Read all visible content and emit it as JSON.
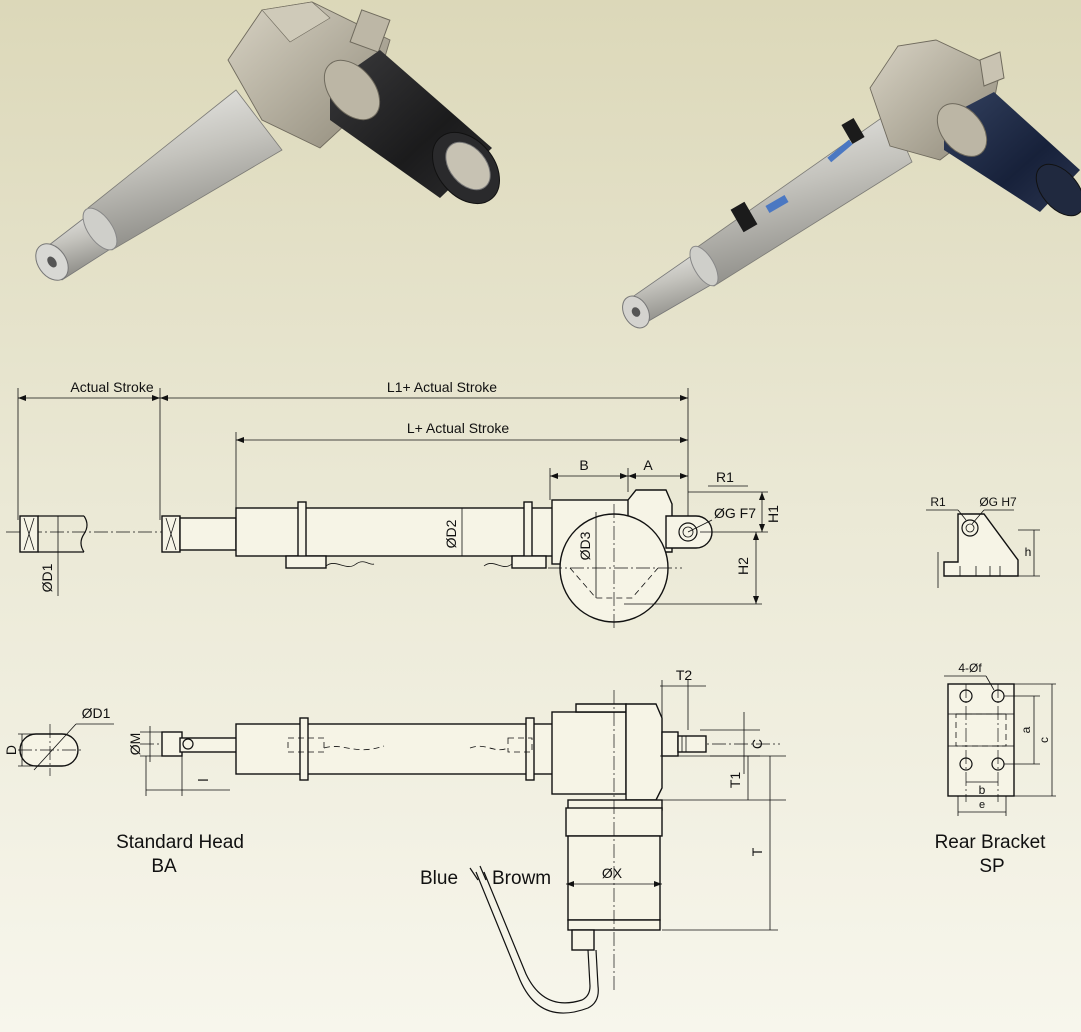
{
  "colors": {
    "background_top": "#dcd8b9",
    "background_bottom": "#f6f5ea",
    "line": "#111111",
    "motor_dark": "#1f1f20",
    "motor_blue": "#1d2a44",
    "tube_silver": "#c9c8c3",
    "housing": "#b6b0a0"
  },
  "photos": {
    "left_actuator": {
      "name": "linear-actuator-photo"
    },
    "right_actuator": {
      "name": "linear-actuator-with-switches-photo"
    }
  },
  "side_view": {
    "actual_stroke": "Actual Stroke",
    "l1_stroke": "L1+ Actual Stroke",
    "l_stroke": "L+ Actual Stroke",
    "B": "B",
    "A": "A",
    "R1": "R1",
    "OG_F7": "ØG F7",
    "H1": "H1",
    "H2": "H2",
    "OD2": "ØD2",
    "OD3": "ØD3",
    "OD1": "ØD1"
  },
  "bracket_side": {
    "R1": "R1",
    "OG_H7": "ØG  H7",
    "h": "h"
  },
  "bottom_view": {
    "T2": "T2",
    "C": "C",
    "T1": "T1",
    "T": "T",
    "OX": "ØX",
    "OM": "ØM",
    "l": "l",
    "blue": "Blue",
    "brown": "Browm"
  },
  "head_detail": {
    "D": "D",
    "OD1": "ØD1",
    "caption_line1": "Standard Head",
    "caption_line2": "BA"
  },
  "bracket_top": {
    "holes": "4-Øf",
    "a": "a",
    "c": "c",
    "b": "b",
    "e": "e",
    "caption_line1": "Rear Bracket",
    "caption_line2": "SP"
  }
}
